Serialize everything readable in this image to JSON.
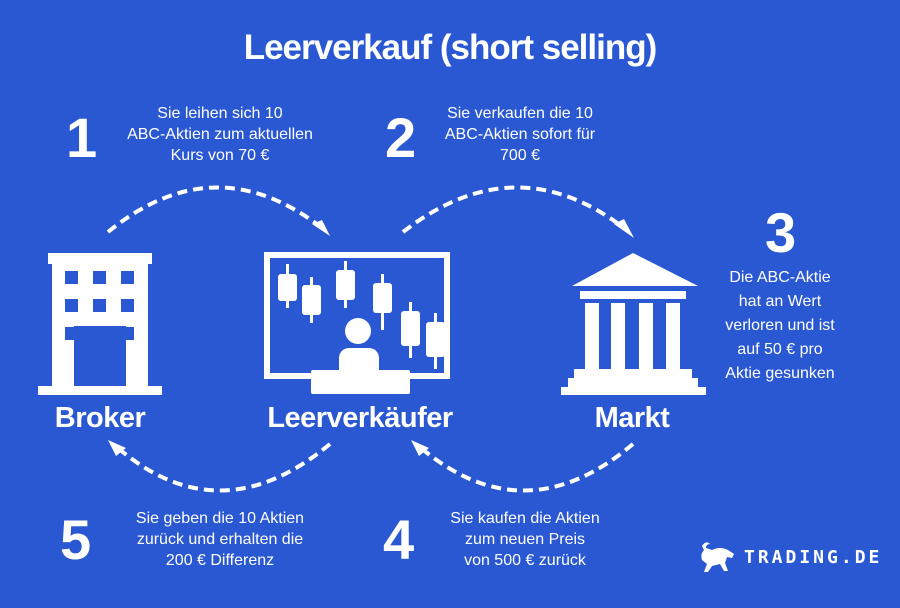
{
  "title": "Leerverkauf (short selling)",
  "steps": [
    {
      "number": "1",
      "text": [
        "Sie leihen sich 10",
        "ABC-Aktien zum aktuellen",
        "Kurs von 70 €"
      ]
    },
    {
      "number": "2",
      "text": [
        "Sie verkaufen die 10",
        "ABC-Aktien sofort für",
        "700 €"
      ]
    },
    {
      "number": "3",
      "text": [
        "Die ABC-Aktie",
        "hat an Wert",
        "verloren und ist",
        "auf 50 € pro",
        "Aktie gesunken"
      ]
    },
    {
      "number": "4",
      "text": [
        "Sie kaufen die Aktien",
        "zum neuen Preis",
        "von 500 € zurück"
      ]
    },
    {
      "number": "5",
      "text": [
        "Sie geben die 10 Aktien",
        "zurück und erhalten die",
        "200 € Differenz"
      ]
    }
  ],
  "actors": {
    "broker": {
      "label": "Broker",
      "icon": "building-icon"
    },
    "short_seller": {
      "label": "Leerverkäufer",
      "icon": "trader-monitor-icon"
    },
    "market": {
      "label": "Markt",
      "icon": "bank-icon"
    }
  },
  "logo": {
    "text": "TRADING.DE",
    "icon": "bull-icon"
  },
  "colors": {
    "background": "#2958d2",
    "foreground": "#ffffff"
  }
}
